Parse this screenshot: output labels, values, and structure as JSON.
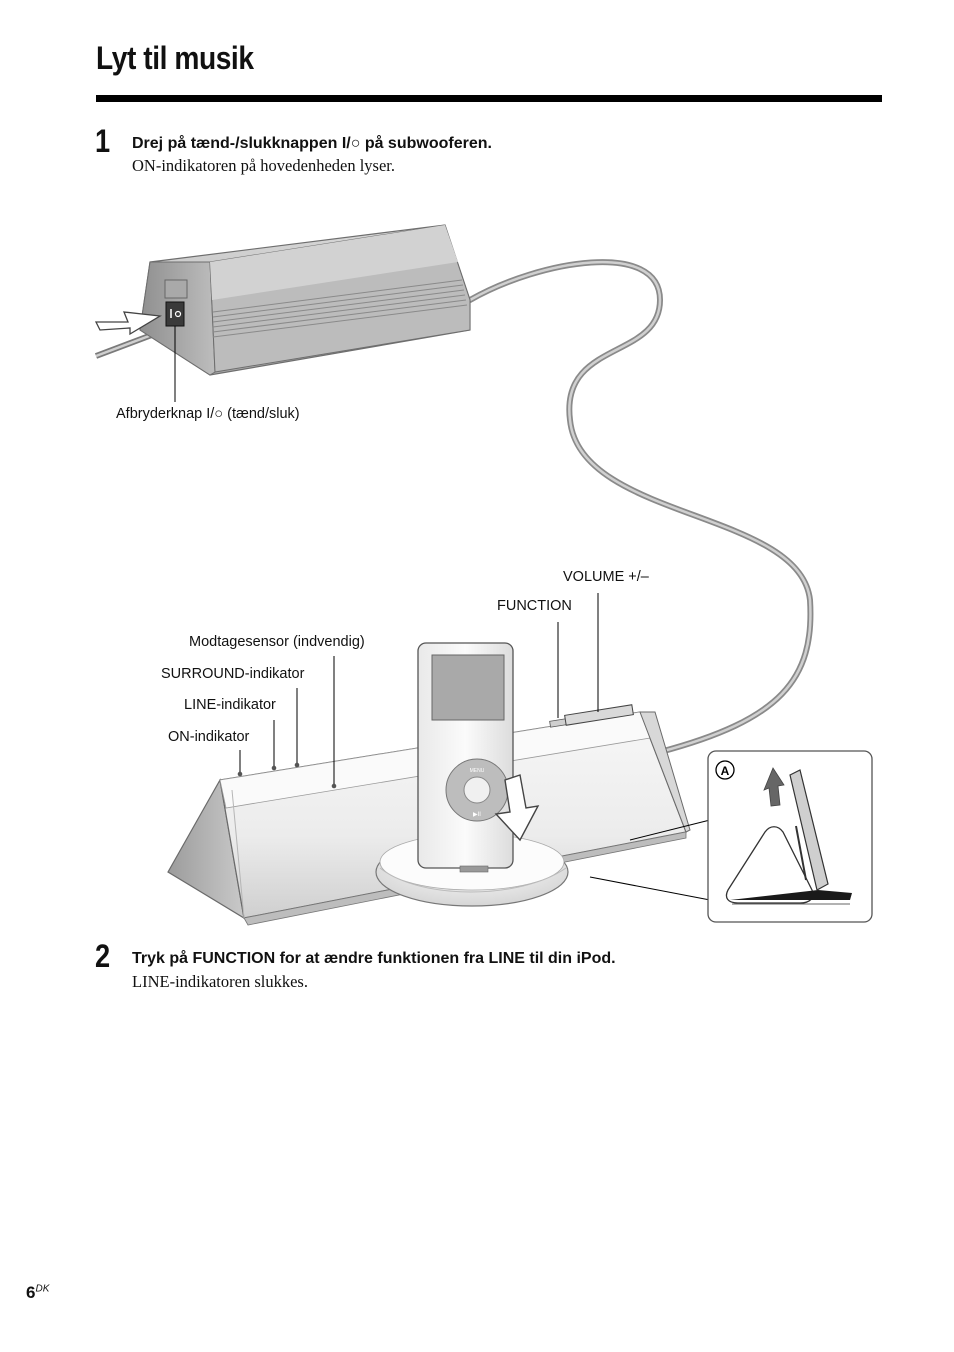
{
  "page": {
    "title": "Lyt til musik",
    "number": "6",
    "number_suffix": "DK"
  },
  "steps": [
    {
      "number": "1",
      "instruction": "Drej på tænd-/slukknappen I/○ på subwooferen.",
      "detail": "ON-indikatoren på hovedenheden lyser."
    },
    {
      "number": "2",
      "instruction": "Tryk på FUNCTION for at ændre funktionen fra LINE til din iPod.",
      "detail": "LINE-indikatoren slukkes."
    }
  ],
  "callouts": {
    "power_switch": "Afbryderknap I/○ (tænd/sluk)",
    "volume": "VOLUME +/–",
    "function": "FUNCTION",
    "sensor": "Modtagesensor (indvendig)",
    "surround": "SURROUND-indikator",
    "line": "LINE-indikator",
    "on": "ON-indikator",
    "inset_marker": "A"
  },
  "ipod_controls": {
    "menu": "MENU",
    "play_pause": "▶II"
  },
  "icons": [
    "push-arrow-icon",
    "insert-arrow-icon",
    "lift-arrow-icon"
  ]
}
